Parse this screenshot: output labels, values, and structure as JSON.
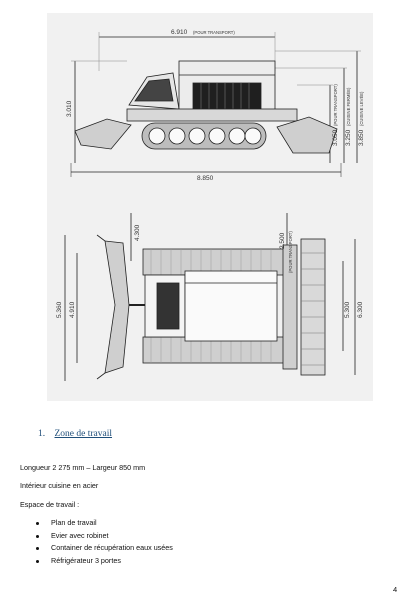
{
  "drawing": {
    "side_view": {
      "transport_length": "6.910",
      "transport_length_note": "(POUR TRANSPORT)",
      "left_height": "3.010",
      "total_length": "8.850",
      "height_transport": "3.050",
      "height_transport_note": "(POUR TRANSPORT)",
      "height_closed": "3.250",
      "height_closed_note": "(CUISINE FERMÉE)",
      "height_open": "3.850",
      "height_open_note": "(CUISINE LEVÉE)"
    },
    "top_view": {
      "front_height": "4.300",
      "front_width_outer": "5.360",
      "front_width_inner": "4.910",
      "transport_width": "2.500",
      "transport_width_note": "(POUR TRANSPORT)",
      "rear_width_inner": "5.300",
      "rear_width_outer": "6.300"
    }
  },
  "section": {
    "number": "1.",
    "title": "Zone de travail"
  },
  "specs": {
    "dimensions": "Longueur 2 275 mm – Largeur 850 mm",
    "interior": "Intérieur cuisine en acier",
    "workspace_label": "Espace de travail :",
    "items": [
      "Plan de travail",
      "Evier avec robinet",
      "Container de récupération eaux usées",
      "Réfrigérateur 3 portes"
    ]
  },
  "page_number": "4"
}
